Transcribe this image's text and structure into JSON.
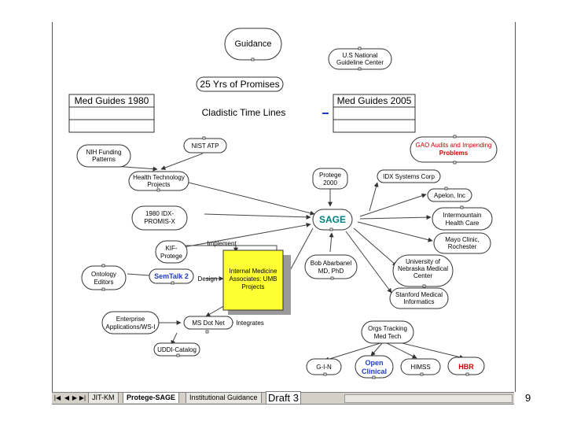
{
  "nodes": {
    "guidance": "Guidance",
    "us_national": [
      "U.S National",
      "Guideline Center"
    ],
    "promises": "25 Yrs of Promises",
    "med1980": "Med Guides 1980",
    "cladistic": "Cladistic Time Lines",
    "med2005": "Med Guides 2005",
    "nih": [
      "NIH Funding",
      "Patterns"
    ],
    "nist": "NIST ATP",
    "gao": [
      "GAO Audits and Impending",
      "Problems"
    ],
    "htp": [
      "Health Technology",
      "Projects"
    ],
    "protege2000": [
      "Protege",
      "2000"
    ],
    "idx": "IDX Systems Corp",
    "apelon": "Apelon, Inc",
    "idxpromis": [
      "1980 IDX-",
      "PROMIS-X"
    ],
    "sage": "SAGE",
    "intermountain": [
      "Intermountain",
      "Health Care"
    ],
    "mayo": [
      "Mayo Clinic,",
      "Rochester"
    ],
    "implement": "Implement",
    "kif": [
      "KIF-",
      "Protege"
    ],
    "ontology": [
      "Ontology",
      "Editors"
    ],
    "semtalk": "SemTalk 2",
    "design": "Design",
    "ima": [
      "Internal Medicine",
      "Associates: UMB",
      "Projects"
    ],
    "bob": [
      "Bob Abarbanel",
      "MD, PhD"
    ],
    "nebraska": [
      "University of",
      "Nebraska Medical",
      "Center"
    ],
    "stanford": [
      "Stanford Medical",
      "Informatics"
    ],
    "enterprise": [
      "Enterprise",
      "Applications/WS-I"
    ],
    "msdotnet": "MS Dot Net",
    "integrates": "Integrates",
    "orgs": [
      "Orgs Tracking",
      "Med Tech"
    ],
    "uddi": "UDDI-Catalog",
    "gin": "G-I-N",
    "openclinical": [
      "Open",
      "Clinical"
    ],
    "himss": "HIMSS",
    "hbr": "HBR"
  },
  "colors": {
    "line": "#444444",
    "gao_text": "#cc0000",
    "sage_text": "#008080",
    "blue_text": "#1f3fbf",
    "hbr_text": "#cc0000",
    "ima_fill": "#ffff33"
  },
  "tabs": [
    "JIT-KM",
    "Protege-SAGE",
    "Institutional Guidance"
  ],
  "draft_label": "Draft 3",
  "page_number": "9"
}
